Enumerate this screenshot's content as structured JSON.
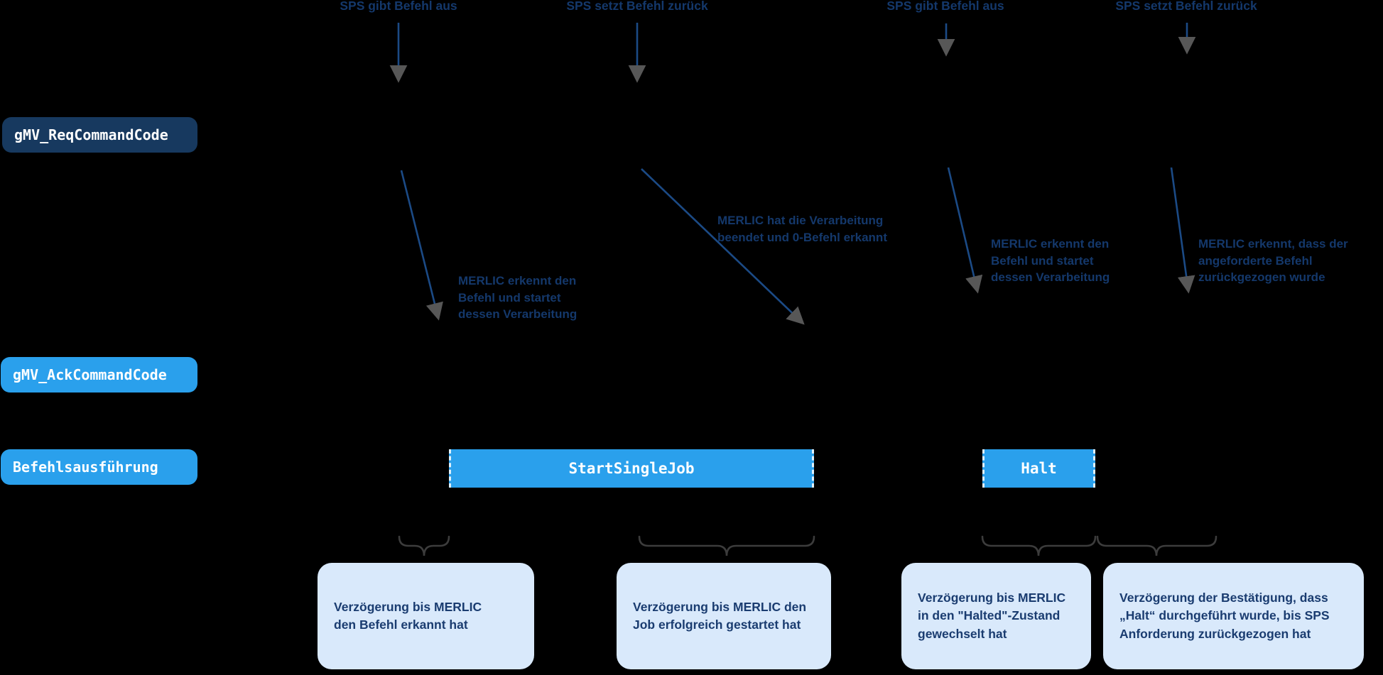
{
  "colors": {
    "background": "#000000",
    "navy_badge": "#17395F",
    "bright_blue": "#2AA0EC",
    "label_text": "#14386B",
    "callout_bg": "#D9E9FB",
    "callout_text": "#1A3C70",
    "arrow_line": "#1B4A85",
    "arrowhead_gray": "#575757",
    "brace_gray": "#3C3C3C",
    "badge_text": "#FFFFFF"
  },
  "top_labels": [
    {
      "text": "SPS gibt Befehl aus"
    },
    {
      "text": "SPS setzt Befehl zurück"
    },
    {
      "text": "SPS gibt Befehl aus"
    },
    {
      "text": "SPS setzt Befehl zurück"
    }
  ],
  "row_labels": [
    {
      "text": "gMV_ReqCommandCode"
    },
    {
      "text": "gMV_AckCommandCode"
    },
    {
      "text": "Befehlsausführung"
    }
  ],
  "annotations": [
    {
      "lines": [
        "MERLIC erkennt den",
        "Befehl und startet",
        "dessen Verarbeitung"
      ]
    },
    {
      "lines": [
        "MERLIC hat die Verarbeitung",
        "beendet und 0-Befehl erkannt"
      ]
    },
    {
      "lines": [
        "MERLIC erkennt den",
        "Befehl und startet",
        "dessen Verarbeitung"
      ]
    },
    {
      "lines": [
        "MERLIC erkennt, dass der",
        "angeforderte Befehl",
        "zurückgezogen wurde"
      ]
    }
  ],
  "command_bars": [
    {
      "label": "StartSingleJob"
    },
    {
      "label": "Halt"
    }
  ],
  "callouts": [
    {
      "lines": [
        "Verzögerung bis MERLIC",
        "den Befehl erkannt hat"
      ]
    },
    {
      "lines": [
        "Verzögerung bis MERLIC den",
        "Job erfolgreich gestartet hat"
      ]
    },
    {
      "lines": [
        "Verzögerung bis MERLIC",
        "in den \"Halted\"-Zustand",
        "gewechselt hat"
      ]
    },
    {
      "lines": [
        "Verzögerung der Bestätigung, dass",
        "„Halt“ durchgeführt wurde, bis SPS",
        "Anforderung zurückgezogen hat"
      ]
    }
  ]
}
